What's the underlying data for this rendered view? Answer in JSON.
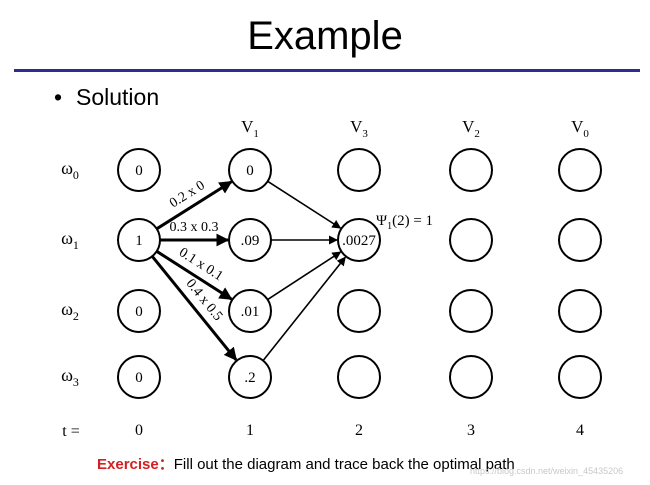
{
  "title": "Example",
  "bullet": {
    "marker": "•",
    "text": "Solution"
  },
  "diagram": {
    "states": [
      {
        "symbol": "ω",
        "sub": "0"
      },
      {
        "symbol": "ω",
        "sub": "1"
      },
      {
        "symbol": "ω",
        "sub": "2"
      },
      {
        "symbol": "ω",
        "sub": "3"
      }
    ],
    "observations": [
      {
        "symbol": "V",
        "sub": "1"
      },
      {
        "symbol": "V",
        "sub": "3"
      },
      {
        "symbol": "V",
        "sub": "2"
      },
      {
        "symbol": "V",
        "sub": "0"
      }
    ],
    "t_label": "t =",
    "times": [
      "0",
      "1",
      "2",
      "3",
      "4"
    ],
    "node_values": [
      [
        "0",
        "0",
        "",
        "",
        ""
      ],
      [
        "1",
        ".09",
        ".0027",
        "",
        ""
      ],
      [
        "0",
        ".01",
        "",
        "",
        ""
      ],
      [
        "0",
        ".2",
        "",
        "",
        ""
      ]
    ],
    "transitions": [
      {
        "from": [
          1,
          0
        ],
        "to": [
          0,
          1
        ],
        "label": "0.2 x 0",
        "bold": true
      },
      {
        "from": [
          1,
          0
        ],
        "to": [
          1,
          1
        ],
        "label": "0.3 x 0.3",
        "bold": true
      },
      {
        "from": [
          1,
          0
        ],
        "to": [
          2,
          1
        ],
        "label": "0.1 x 0.1",
        "bold": true
      },
      {
        "from": [
          1,
          0
        ],
        "to": [
          3,
          1
        ],
        "label": "0.4 x 0.5",
        "bold": true
      },
      {
        "from": [
          0,
          1
        ],
        "to": [
          1,
          2
        ],
        "label": "",
        "bold": false
      },
      {
        "from": [
          1,
          1
        ],
        "to": [
          1,
          2
        ],
        "label": "",
        "bold": false
      },
      {
        "from": [
          2,
          1
        ],
        "to": [
          1,
          2
        ],
        "label": "",
        "bold": false
      },
      {
        "from": [
          3,
          1
        ],
        "to": [
          1,
          2
        ],
        "label": "",
        "bold": false
      }
    ],
    "psi_annotation": {
      "psi": "Ψ",
      "sub": "1",
      "rest": "(2) = 1"
    }
  },
  "exercise": {
    "label": "Exercise",
    "separator": "：",
    "text": "Fill out the diagram and trace back the optimal path"
  },
  "watermark": "https://blog.csdn.net/weixin_45435206",
  "colors": {
    "rule": "#2d2d8f",
    "exercise_label": "#d42020",
    "ink": "#000000"
  }
}
